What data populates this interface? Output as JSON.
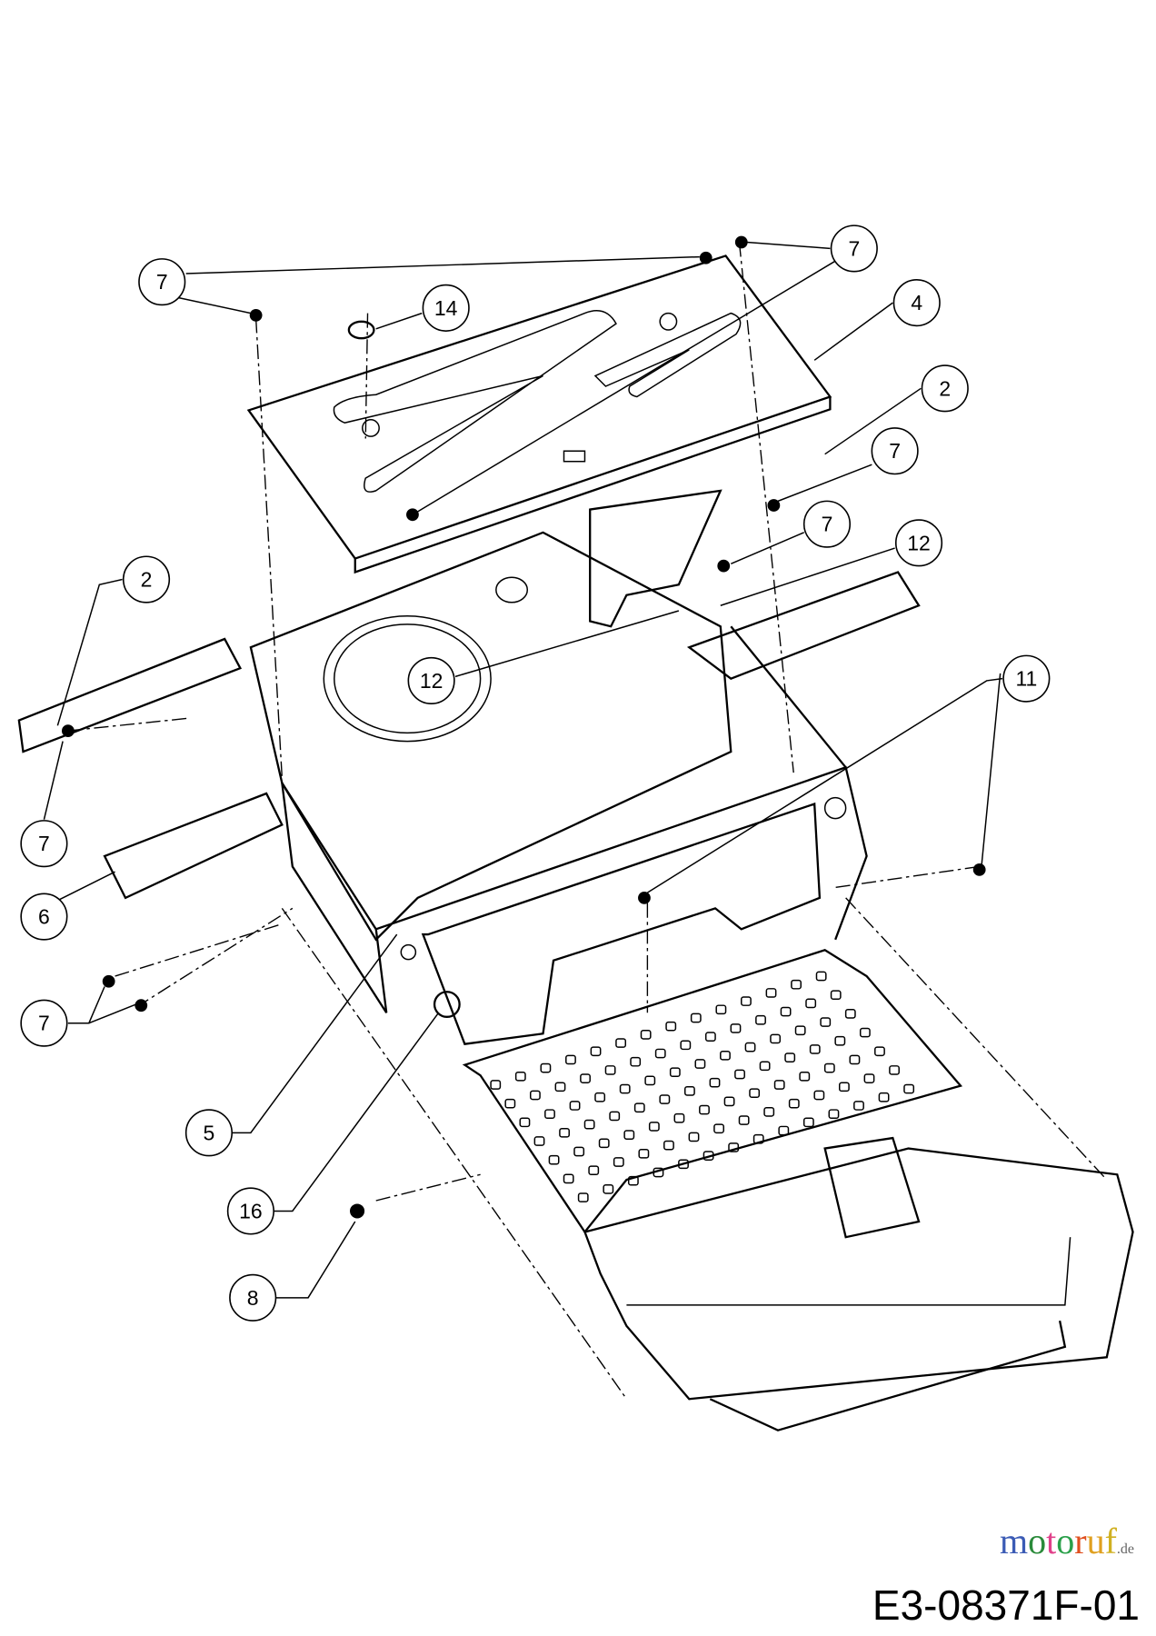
{
  "diagram": {
    "code": "E3-08371F-01",
    "watermark": "motoruf.de",
    "watermark_colors": [
      "#3b5bb5",
      "#2a8a3a",
      "#e0408a",
      "#2aa04a",
      "#e05020",
      "#e0a020",
      "#d0b020"
    ],
    "callouts": [
      {
        "label": "7"
      },
      {
        "label": "14"
      },
      {
        "label": "7"
      },
      {
        "label": "4"
      },
      {
        "label": "2"
      },
      {
        "label": "7"
      },
      {
        "label": "7"
      },
      {
        "label": "12"
      },
      {
        "label": "2"
      },
      {
        "label": "12"
      },
      {
        "label": "11"
      },
      {
        "label": "7"
      },
      {
        "label": "6"
      },
      {
        "label": "7"
      },
      {
        "label": "5"
      },
      {
        "label": "16"
      },
      {
        "label": "8"
      }
    ]
  }
}
